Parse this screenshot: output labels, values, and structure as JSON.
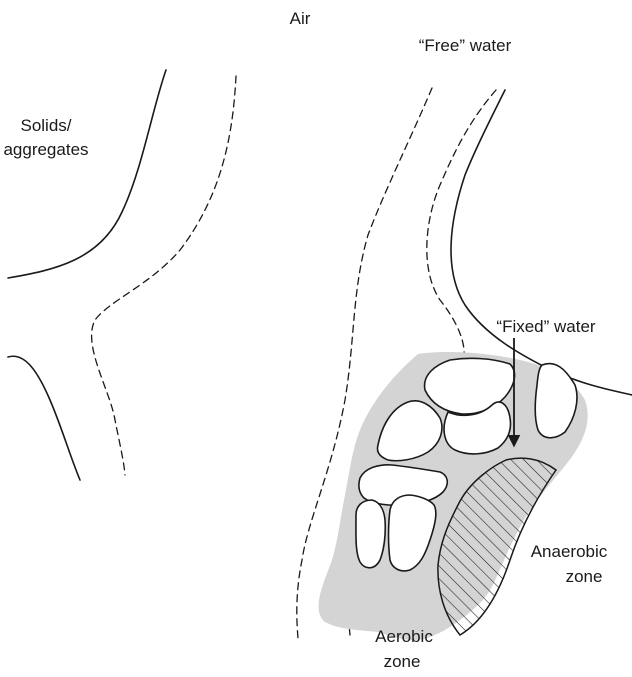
{
  "labels": {
    "air": "Air",
    "free_water": "“Free” water",
    "solids_line1": "Solids/",
    "solids_line2": "aggregates",
    "fixed_water": "“Fixed” water",
    "anaerobic_line1": "Anaerobic",
    "anaerobic_line2": "zone",
    "aerobic_line1": "Aerobic",
    "aerobic_line2": "zone"
  },
  "colors": {
    "ink": "#1a1a1a",
    "water_film": "#d4d4d4",
    "background": "#ffffff"
  }
}
